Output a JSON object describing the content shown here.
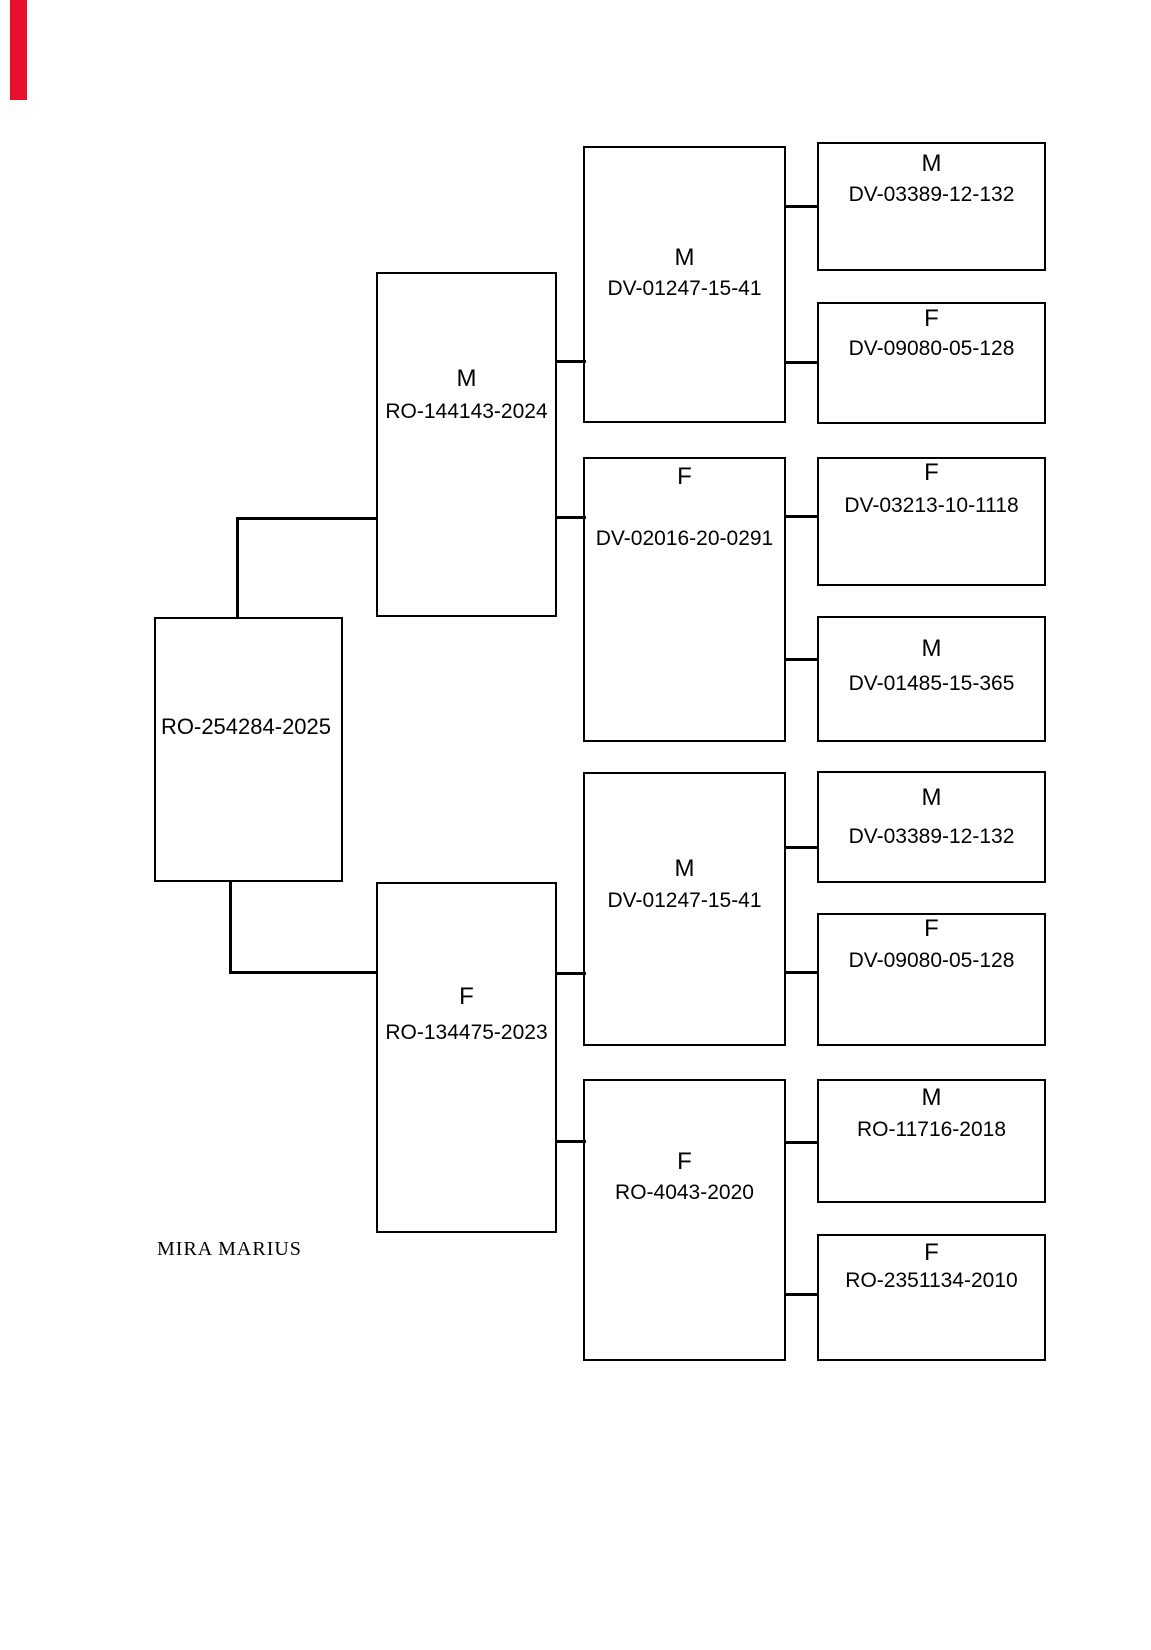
{
  "marker": {
    "color": "#e8112d"
  },
  "owner": {
    "name": "MIRA MARIUS"
  },
  "pedigree": {
    "root": {
      "ring": "RO-254284-2025"
    },
    "sire": {
      "sex": "M",
      "ring": "RO-144143-2024"
    },
    "dam": {
      "sex": "F",
      "ring": "RO-134475-2023"
    },
    "grandparents": [
      {
        "sex": "M",
        "ring": "DV-01247-15-41"
      },
      {
        "sex": "F",
        "ring": "DV-02016-20-0291"
      },
      {
        "sex": "M",
        "ring": "DV-01247-15-41"
      },
      {
        "sex": "F",
        "ring": "RO-4043-2020"
      }
    ],
    "great_grandparents": [
      {
        "sex": "M",
        "ring": "DV-03389-12-132"
      },
      {
        "sex": "F",
        "ring": "DV-09080-05-128"
      },
      {
        "sex": "F",
        "ring": "DV-03213-10-1118"
      },
      {
        "sex": "M",
        "ring": "DV-01485-15-365"
      },
      {
        "sex": "M",
        "ring": "DV-03389-12-132"
      },
      {
        "sex": "F",
        "ring": "DV-09080-05-128"
      },
      {
        "sex": "M",
        "ring": "RO-11716-2018"
      },
      {
        "sex": "F",
        "ring": "RO-2351134-2010"
      }
    ]
  }
}
